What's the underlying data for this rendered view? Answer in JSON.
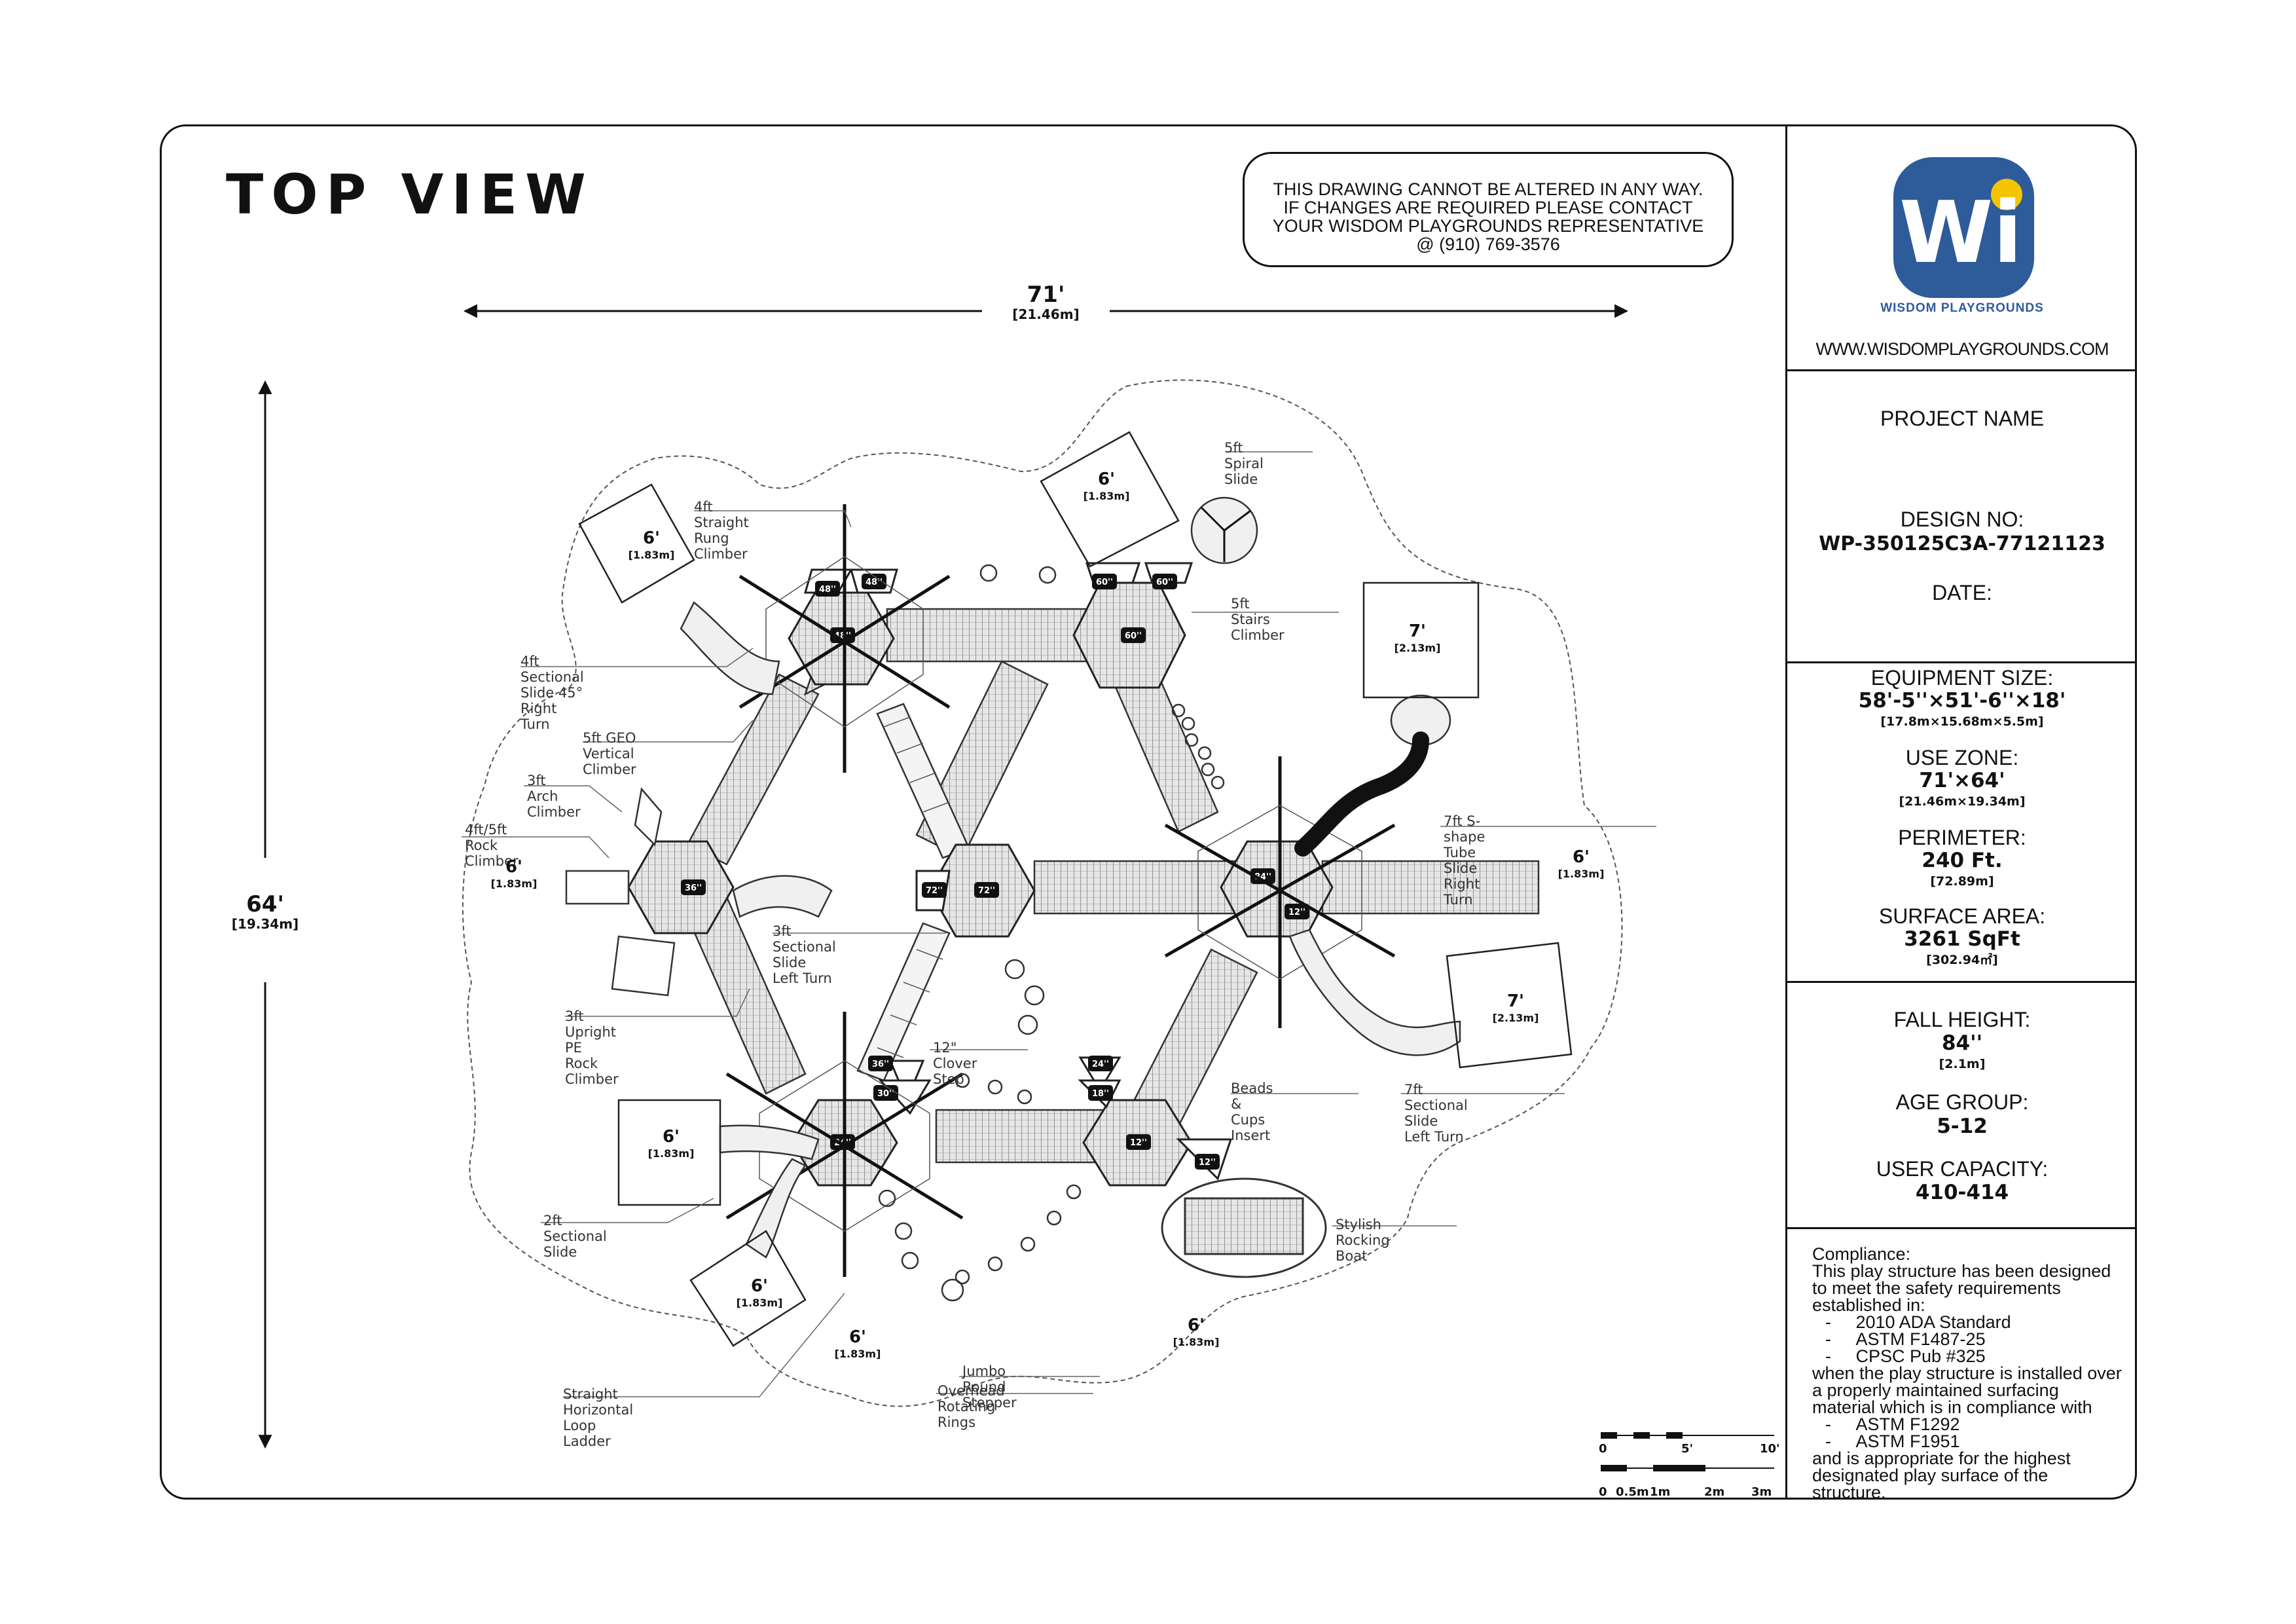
{
  "header": {
    "title": "TOP VIEW",
    "notice_lines": [
      "THIS DRAWING CANNOT BE ALTERED IN ANY WAY.",
      "IF CHANGES ARE REQUIRED PLEASE CONTACT",
      "YOUR WISDOM PLAYGROUNDS REPRESENTATIVE",
      "@ (910) 769-3576"
    ]
  },
  "overall_dims": {
    "width": {
      "ft": "71'",
      "m": "[21.46m]"
    },
    "height": {
      "ft": "64'",
      "m": "[19.34m]"
    }
  },
  "brand": {
    "logo_letter": "Wi",
    "name": "WISDOM PLAYGROUNDS",
    "website": "WWW.WISDOMPLAYGROUNDS.COM",
    "colors": {
      "blue": "#2e5b9a",
      "yellow": "#f5c400"
    }
  },
  "info": {
    "project_label": "PROJECT NAME",
    "design_label": "DESIGN NO:",
    "design_no": "WP-350125C3A-77121123",
    "date_label": "DATE:",
    "equipment_size_label": "EQUIPMENT SIZE:",
    "equipment_size": "58'-5''×51'-6''×18'",
    "equipment_size_m": "[17.8m×15.68m×5.5m]",
    "use_zone_label": "USE ZONE:",
    "use_zone": "71'×64'",
    "use_zone_m": "[21.46m×19.34m]",
    "perimeter_label": "PERIMETER:",
    "perimeter": "240 Ft.",
    "perimeter_m": "[72.89m]",
    "surface_label": "SURFACE AREA:",
    "surface": "3261 SqFt",
    "surface_m": "[302.94㎡]",
    "fall_label": "FALL HEIGHT:",
    "fall": "84''",
    "fall_m": "[2.1m]",
    "age_label": "AGE GROUP:",
    "age": "5-12",
    "capacity_label": "USER CAPACITY:",
    "capacity": "410-414"
  },
  "compliance": {
    "heading": "Compliance:",
    "intro": "This play structure has been designed to meet the safety requirements established in:",
    "standards": [
      "2010 ADA Standard",
      "ASTM F1487-25",
      "CPSC Pub #325"
    ],
    "middle": "when the play structure is installed over a properly maintained surfacing material which is in compliance with",
    "surfacing": [
      "ASTM F1292",
      "ASTM F1951"
    ],
    "outro": "and is appropriate for the highest designated play surface of the structure."
  },
  "scale_bar": {
    "ft_labels": [
      "0",
      "5'",
      "10'"
    ],
    "m_labels": [
      "0",
      "0.5m",
      "1m",
      "2m",
      "3m"
    ]
  },
  "components": [
    "5ft Spiral Slide",
    "4ft Straight Rung Climber",
    "5ft Stairs Climber",
    "4ft Sectional Slide 45° Right Turn",
    "5ft GEO Vertical Climber",
    "3ft Arch Climber",
    "4ft/5ft Rock Climber",
    "7ft S-shape Tube Slide Right Turn",
    "3ft Sectional Slide Left Turn",
    "3ft Upright PE Rock Climber",
    "12\" Clover Step",
    "Beads & Cups Insert",
    "7ft Sectional Slide Left Turn",
    "2ft Sectional Slide",
    "Stylish Rocking Boat",
    "Jumbo Round Stepper",
    "Overhead Rotating Rings",
    "Straight Horizontal Loop Ladder"
  ],
  "clearances": [
    {
      "ft": "6'",
      "m": "[1.83m]"
    },
    {
      "ft": "6'",
      "m": "[1.83m]"
    },
    {
      "ft": "7'",
      "m": "[2.13m]"
    },
    {
      "ft": "6'",
      "m": "[1.83m]"
    },
    {
      "ft": "6'",
      "m": "[1.83m]"
    },
    {
      "ft": "7'",
      "m": "[2.13m]"
    },
    {
      "ft": "6'",
      "m": "[1.83m]"
    },
    {
      "ft": "6'",
      "m": "[1.83m]"
    },
    {
      "ft": "6'",
      "m": "[1.83m]"
    },
    {
      "ft": "6'",
      "m": "[1.83m]"
    }
  ],
  "deck_heights": [
    "48''",
    "48''",
    "48''",
    "60''",
    "60''",
    "60''",
    "36''",
    "72''",
    "72''",
    "84''",
    "12''",
    "36''",
    "30''",
    "24''",
    "24''",
    "18''",
    "12''",
    "12''"
  ]
}
